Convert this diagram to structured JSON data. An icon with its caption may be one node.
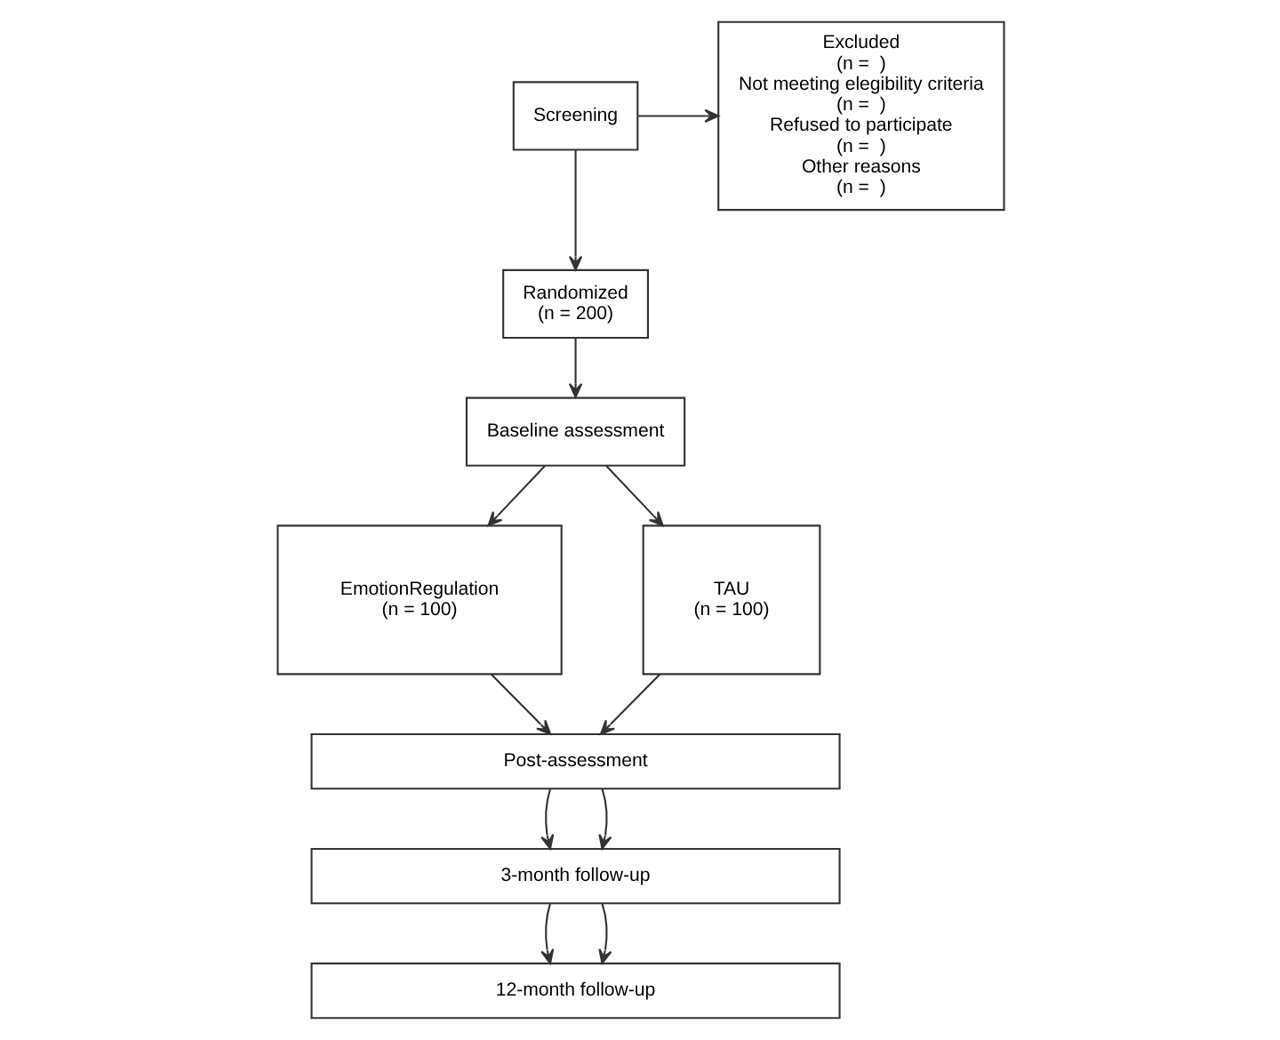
{
  "diagram": {
    "nodes": [
      {
        "text": [
          "Screening"
        ]
      },
      {
        "text": [
          "Excluded",
          "(n =  )",
          "Not meeting elegibility criteria",
          "(n =  )",
          "Refused to participate",
          "(n =  )",
          "Other reasons",
          "(n =  )"
        ]
      },
      {
        "text": [
          "Randomized",
          "(n = 200)"
        ]
      },
      {
        "text": [
          "Baseline assessment"
        ]
      },
      {
        "text": [
          "EmotionRegulation",
          "(n = 100)"
        ]
      },
      {
        "text": [
          "TAU",
          "(n = 100)"
        ]
      },
      {
        "text": [
          "Post-assessment"
        ]
      },
      {
        "text": [
          "3-month follow-up"
        ]
      },
      {
        "text": [
          "12-month follow-up"
        ]
      }
    ],
    "edges": [
      {
        "from": 0,
        "to": 2,
        "arrow": "to"
      },
      {
        "from": 0,
        "to": 1,
        "arrow": "to"
      },
      {
        "from": 2,
        "to": 3,
        "arrow": "to"
      },
      {
        "from": 3,
        "to": 4,
        "arrow": "to"
      },
      {
        "from": 3,
        "to": 5,
        "arrow": "to"
      },
      {
        "from": 4,
        "to": 6,
        "arrow": "to"
      },
      {
        "from": 5,
        "to": 6,
        "arrow": "to"
      },
      {
        "from": 6,
        "to": 7,
        "arrow": "to"
      },
      {
        "from": 6,
        "to": 7,
        "arrow": "to"
      },
      {
        "from": 7,
        "to": 8,
        "arrow": "to"
      },
      {
        "from": 7,
        "to": 8,
        "arrow": "to"
      }
    ]
  }
}
